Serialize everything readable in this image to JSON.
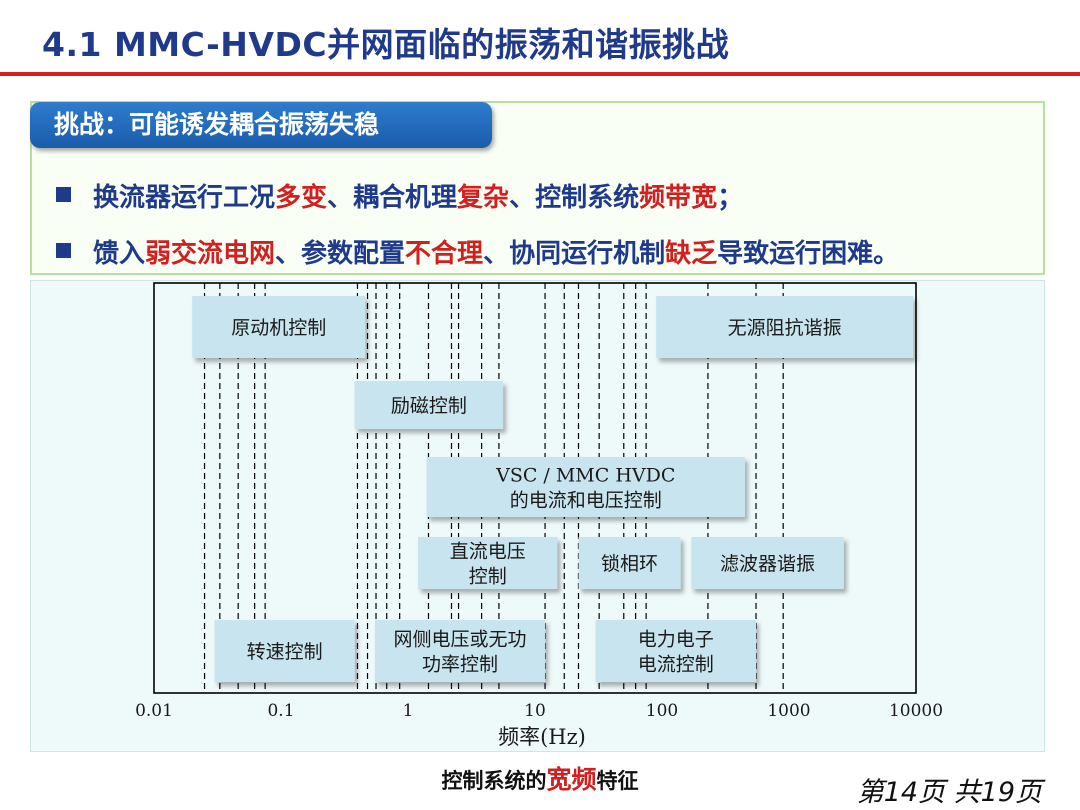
{
  "slide": {
    "title": "4.1 MMC-HVDC并网面临的振荡和谐振挑战",
    "page_number": "第14页  共19页"
  },
  "challenge": {
    "tab_label": "挑战：可能诱发耦合振荡失稳",
    "bullet1": {
      "p1": "换流器运行工况",
      "h1": "多变",
      "p2": "、耦合机理",
      "h2": "复杂",
      "p3": "、控制系统",
      "h3": "频带宽",
      "p4": "；"
    },
    "bullet2": {
      "p1": "馈入",
      "h1": "弱交流电网",
      "p2": "、参数配置",
      "h2": "不合理",
      "p3": "、协同运行机制",
      "h3": "缺乏",
      "p4": "导致运行困难。"
    }
  },
  "caption": {
    "prefix": "控制系统的",
    "highlight": "宽频",
    "suffix": "特征"
  },
  "diagram": {
    "axis_label": "频率(Hz)",
    "ticks": [
      "0.01",
      "0.1",
      "1",
      "10",
      "100",
      "1000",
      "10000"
    ],
    "blocks": [
      {
        "name": "block-prime-mover-control",
        "lines": [
          "原动机控制"
        ],
        "from_hz": 0.02,
        "to_hz": 0.46,
        "row": 1
      },
      {
        "name": "block-passive-impedance-resonance",
        "lines": [
          "无源阻抗谐振"
        ],
        "from_hz": 90,
        "to_hz": 9500,
        "row": 1
      },
      {
        "name": "block-excitation-control",
        "lines": [
          "励磁控制"
        ],
        "from_hz": 0.38,
        "to_hz": 5.6,
        "row": 2
      },
      {
        "name": "block-vsc-mmc-control",
        "lines": [
          "VSC / MMC HVDC",
          "的电流和电压控制"
        ],
        "from_hz": 1.4,
        "to_hz": 450,
        "row": 3
      },
      {
        "name": "block-dc-voltage-control",
        "lines": [
          "直流电压",
          "控制"
        ],
        "from_hz": 1.2,
        "to_hz": 15,
        "row": 4
      },
      {
        "name": "block-pll",
        "lines": [
          "锁相环"
        ],
        "from_hz": 22,
        "to_hz": 140,
        "row": 4
      },
      {
        "name": "block-filter-resonance",
        "lines": [
          "滤波器谐振"
        ],
        "from_hz": 170,
        "to_hz": 2700,
        "row": 4
      },
      {
        "name": "block-speed-control",
        "lines": [
          "转速控制"
        ],
        "from_hz": 0.03,
        "to_hz": 0.38,
        "row": 5
      },
      {
        "name": "block-grid-voltage-reactive-control",
        "lines": [
          "网侧电压或无功",
          "功率控制"
        ],
        "from_hz": 0.55,
        "to_hz": 12,
        "row": 5
      },
      {
        "name": "block-power-electronics-current-control",
        "lines": [
          "电力电子",
          "电流控制"
        ],
        "from_hz": 30,
        "to_hz": 550,
        "row": 5
      }
    ],
    "dashed_lines_hz": [
      0.025,
      0.033,
      0.046,
      0.062,
      0.075,
      0.4,
      0.48,
      0.56,
      0.68,
      0.86,
      1.45,
      2.2,
      2.5,
      3.8,
      5.2,
      12,
      17,
      22,
      32,
      50,
      62,
      75,
      230,
      550,
      900
    ]
  }
}
